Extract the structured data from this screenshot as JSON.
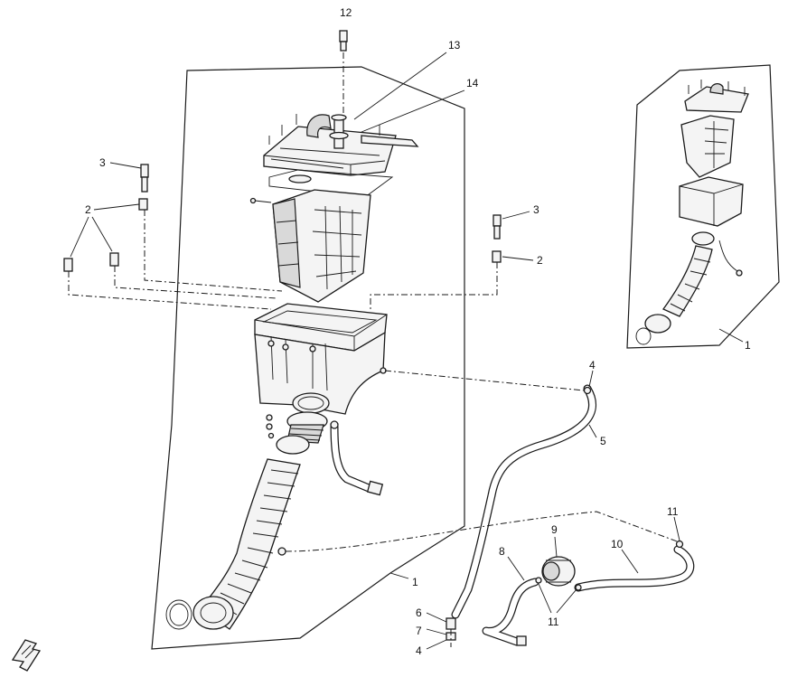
{
  "callouts": [
    {
      "id": "c12",
      "text": "12"
    },
    {
      "id": "c13",
      "text": "13"
    },
    {
      "id": "c14",
      "text": "14"
    },
    {
      "id": "c3a",
      "text": "3"
    },
    {
      "id": "c2a",
      "text": "2"
    },
    {
      "id": "c3b",
      "text": "3"
    },
    {
      "id": "c2b",
      "text": "2"
    },
    {
      "id": "c4a",
      "text": "4"
    },
    {
      "id": "c5",
      "text": "5"
    },
    {
      "id": "c1a",
      "text": "1"
    },
    {
      "id": "c1b",
      "text": "1"
    },
    {
      "id": "c11a",
      "text": "11"
    },
    {
      "id": "c10",
      "text": "10"
    },
    {
      "id": "c9",
      "text": "9"
    },
    {
      "id": "c8",
      "text": "8"
    },
    {
      "id": "c11b",
      "text": "11"
    },
    {
      "id": "c6",
      "text": "6"
    },
    {
      "id": "c7",
      "text": "7"
    },
    {
      "id": "c4b",
      "text": "4"
    }
  ],
  "direction_marker": {
    "icon": "front-direction-arrow-icon"
  },
  "colors": {
    "line": "#1a1a1a",
    "background": "#ffffff",
    "fill": "#f4f4f4"
  }
}
